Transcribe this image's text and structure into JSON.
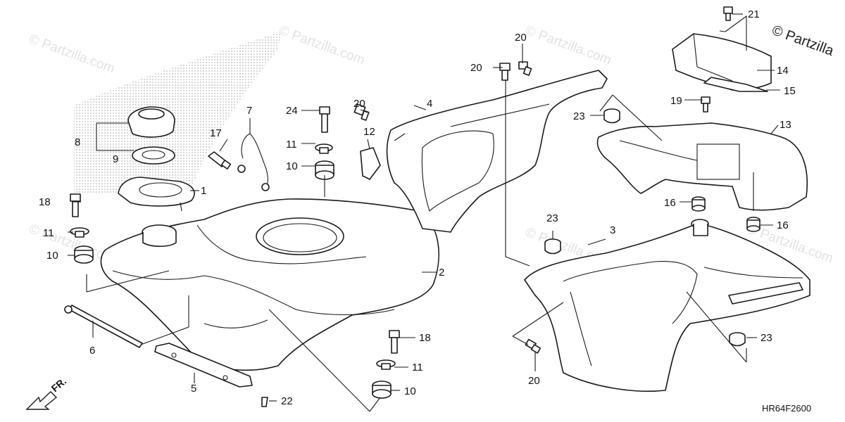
{
  "diagram": {
    "drawing_code": "HR64F2600",
    "credit": "© Partzilla",
    "watermark": "© Partzilla.com",
    "front_indicator": "FR.",
    "callouts": {
      "c1": "1",
      "c2": "2",
      "c3": "3",
      "c4": "4",
      "c5": "5",
      "c6": "6",
      "c7": "7",
      "c8": "8",
      "c9": "9",
      "c10a": "10",
      "c10b": "10",
      "c10c": "10",
      "c11a": "11",
      "c11b": "11",
      "c11c": "11",
      "c12": "12",
      "c13": "13",
      "c14": "14",
      "c15": "15",
      "c16a": "16",
      "c16b": "16",
      "c17": "17",
      "c18a": "18",
      "c18b": "18",
      "c19": "19",
      "c20a": "20",
      "c20b": "20",
      "c20c": "20",
      "c20d": "20",
      "c21": "21",
      "c22": "22",
      "c23a": "23",
      "c23b": "23",
      "c23c": "23",
      "c24": "24"
    }
  }
}
